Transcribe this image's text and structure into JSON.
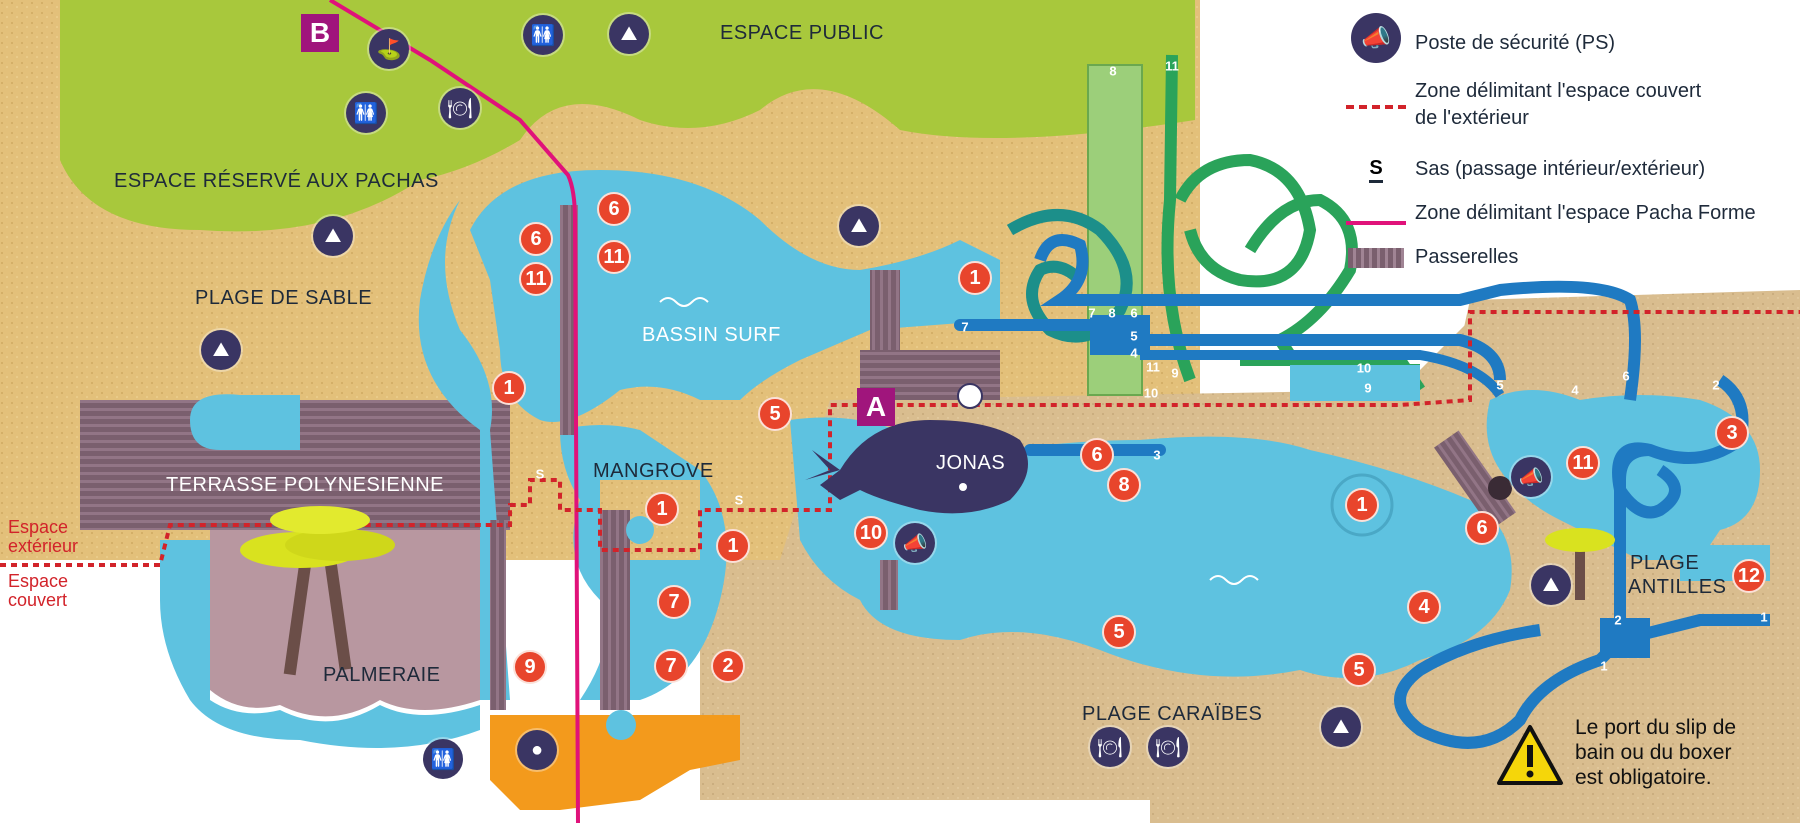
{
  "zones": {
    "espace_public": "ESPACE PUBLIC",
    "espace_pachas": "ESPACE RÉSERVÉ AUX PACHAS",
    "plage_sable": "PLAGE DE SABLE",
    "bassin_surf": "BASSIN SURF",
    "terrasse": "TERRASSE POLYNESIENNE",
    "mangrove": "MANGROVE",
    "jonas": "JONAS",
    "palmeraie": "PALMERAIE",
    "plage_caraibes": "PLAGE CARAÏBES",
    "plage_antilles_1": "PLAGE",
    "plage_antilles_2": "ANTILLES"
  },
  "side_labels": {
    "exterieur_1": "Espace",
    "exterieur_2": "extérieur",
    "couvert_1": "Espace",
    "couvert_2": "couvert"
  },
  "area_letters": {
    "a": "A",
    "b": "B"
  },
  "markers": [
    "6",
    "6",
    "11",
    "11",
    "1",
    "1",
    "5",
    "1",
    "1",
    "7",
    "7",
    "2",
    "9",
    "10",
    "6",
    "8",
    "1",
    "6",
    "11",
    "3",
    "4",
    "5",
    "5",
    "12"
  ],
  "slide_numbers": [
    "8",
    "11",
    "7",
    "7",
    "8",
    "6",
    "5",
    "4",
    "11",
    "9",
    "10",
    "10",
    "9",
    "3",
    "5",
    "4",
    "6",
    "2",
    "2",
    "1",
    "1"
  ],
  "sas_symbol": "S",
  "legend": {
    "poste_securite": "Poste de sécurité (PS)",
    "zone_couvert_1": "Zone délimitant l'espace couvert",
    "zone_couvert_2": "de l'extérieur",
    "sas": "Sas (passage intérieur/extérieur)",
    "zone_pacha": "Zone délimitant l'espace Pacha Forme",
    "passerelles": "Passerelles"
  },
  "warning": {
    "line1": "Le port du slip de",
    "line2": "bain ou du boxer",
    "line3": "est obligatoire."
  },
  "icons": {
    "whistle": "whistle-icon",
    "sunbed": "sunbed-icon",
    "toilets": "toilets-icon",
    "restaurant": "restaurant-icon",
    "golf": "golf-flag-icon",
    "spa": "spa-stones-icon",
    "warning": "warning-icon"
  },
  "colors": {
    "lawn": "#a8c83c",
    "sand": "#e3c07a",
    "water": "#5ec2e0",
    "deck": "#7a5f6e",
    "marker": "#e8452c",
    "icon": "#3a3563",
    "pacha_line": "#e0127a",
    "zone_line": "#d2232a",
    "slide_blue": "#1f7ac2",
    "slide_green": "#2aa35a"
  }
}
